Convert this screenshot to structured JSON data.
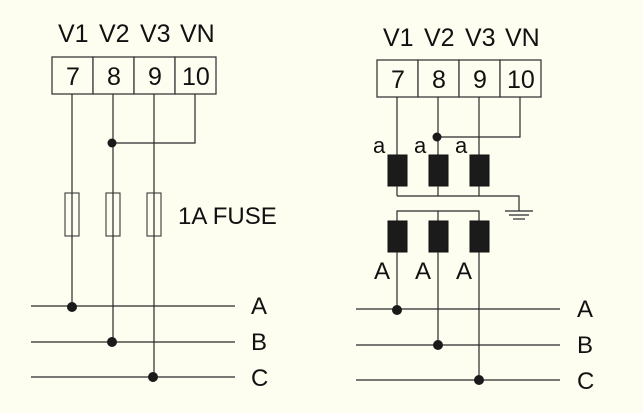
{
  "left_diagram": {
    "headers": [
      "V1",
      "V2",
      "V3",
      "VN"
    ],
    "terminals": [
      "7",
      "8",
      "9",
      "10"
    ],
    "fuse_label": "1A FUSE",
    "phases": [
      "A",
      "B",
      "C"
    ]
  },
  "right_diagram": {
    "headers": [
      "V1",
      "V2",
      "V3",
      "VN"
    ],
    "terminals": [
      "7",
      "8",
      "9",
      "10"
    ],
    "secondary_labels": [
      "a",
      "a",
      "a"
    ],
    "primary_labels": [
      "A",
      "A",
      "A"
    ],
    "phases": [
      "A",
      "B",
      "C"
    ]
  },
  "colors": {
    "background": "#fdfdf0",
    "ink": "#1b1b1b"
  }
}
